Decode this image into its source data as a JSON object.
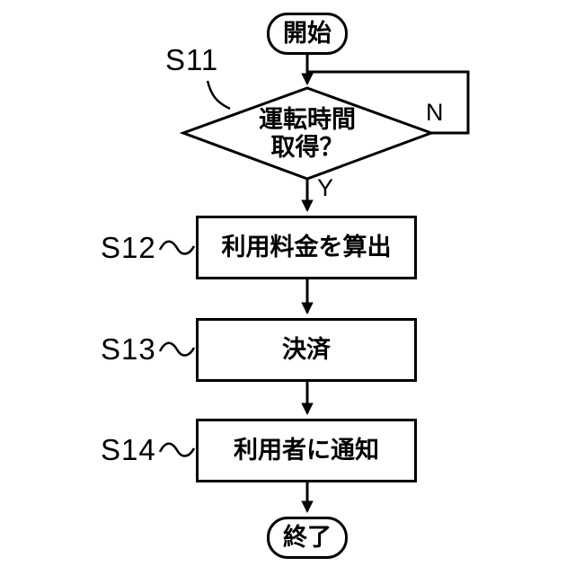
{
  "figure": {
    "start_label": "開始",
    "end_label": "終了",
    "decision": {
      "step_id": "S11",
      "text_line1": "運転時間",
      "text_line2": "取得？",
      "no_label": "N",
      "yes_label": "Y"
    },
    "steps": [
      {
        "step_id": "S12",
        "label": "利用料金を算出"
      },
      {
        "step_id": "S13",
        "label": "決済"
      },
      {
        "step_id": "S14",
        "label": "利用者に通知"
      }
    ],
    "colors": {
      "stroke": "#000000",
      "background": "#ffffff"
    }
  }
}
